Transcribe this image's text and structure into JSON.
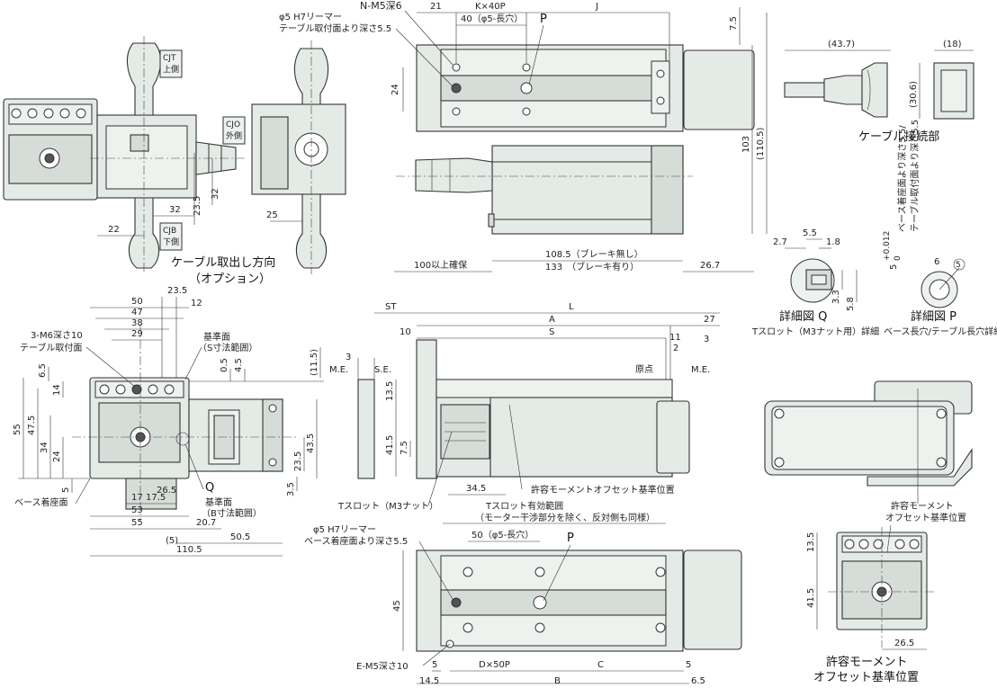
{
  "dims": {
    "d_21": "21",
    "d_kx40p": "K×40P",
    "d_40": "40（φ5-長穴）",
    "d_j": "J",
    "d_7_5": "7.5",
    "d_103": "103",
    "d_110_5": "(110.5)",
    "d_24": "24",
    "d_108_5": "108.5（ブレーキ無し）",
    "d_133": "133　（ブレーキ有り）",
    "d_100": "100以上確保",
    "d_26_7": "26.7",
    "d_43_7": "(43.7)",
    "d_18": "(18)",
    "d_30_6": "(30.6)",
    "d_32a": "32",
    "d_32b": "32",
    "d_23_5a": "23.5",
    "d_22": "22",
    "d_25": "25",
    "d_2_7": "2.7",
    "d_5_5": "5.5",
    "d_1_8": "1.8",
    "d_3_3": "3.3",
    "d_5_8": "5.8",
    "d_6": "6",
    "d_p5": "5",
    "d_50": "50",
    "d_47": "47",
    "d_38": "38",
    "d_29": "29",
    "d_23_5b": "23.5",
    "d_12": "12",
    "d_6_5": "6.5",
    "d_14": "14",
    "d_55v": "55",
    "d_47_5": "47.5",
    "d_34": "34",
    "d_24b": "24",
    "d_5b": "5",
    "d_0_5": "0.5",
    "d_4_5": "4.5",
    "d_11_5": "(11.5)",
    "d_23_5c": "23.5",
    "d_43_5": "43.5",
    "d_3_5": "3.5",
    "d_17": "17",
    "d_17_5": "17.5",
    "d_26_5": "26.5",
    "d_53": "53",
    "d_55": "55",
    "d_20_7": "20.7",
    "d_5p": "(5)",
    "d_50_5": "50.5",
    "d_110_5b": "110.5",
    "d_st": "ST",
    "d_l": "L",
    "d_a": "A",
    "d_s": "S",
    "d_27": "27",
    "d_10": "10",
    "d_11": "11",
    "d_2": "2",
    "d_3a": "3",
    "d_3b": "3",
    "d_13_5": "13.5",
    "d_41_5": "41.5",
    "d_7_5b": "7.5",
    "d_34_5": "34.5",
    "d_50b": "50（φ5-長穴）",
    "d_45": "45",
    "d_5c": "5",
    "d_5d": "5",
    "d_14_5": "14.5",
    "d_dx50p": "D×50P",
    "d_b": "B",
    "d_c": "C",
    "d_6_5b": "6.5",
    "d_13_5b": "13.5",
    "d_41_5b": "41.5",
    "d_26_5b": "26.5"
  },
  "labels": {
    "nm5": "N-M5深6",
    "phi5_top_1": "φ5 H7リーマー",
    "phi5_top_2": "テーブル取付面より深さ5.5",
    "p_top": "P",
    "cjt_1": "CJT",
    "cjt_2": "上側",
    "cjo_1": "CJO",
    "cjo_2": "外側",
    "cjb_1": "CJB",
    "cjb_2": "下側",
    "cable_dir_1": "ケーブル取出し方向",
    "cable_dir_2": "（オプション）",
    "cable_conn": "ケーブル接続部",
    "depth_text_1": "5",
    "depth_tol": "+0.012",
    "depth_tol0": "0",
    "depth_text_2": "ベース着座面より深さ5.5/",
    "depth_text_3": "テーブル取付面より深さ5.5",
    "detail_q": "詳細図 Q",
    "detail_q_sub": "Tスロット（M3ナット用）詳細",
    "detail_p": "詳細図 P",
    "detail_p_sub": "ベース長穴/テーブル長穴詳細",
    "m6": "3-M6深さ10",
    "table_face": "テーブル取付面",
    "ref_s_1": "基準面",
    "ref_s_2": "（S寸法範囲）",
    "me_left": "M.E.",
    "se": "S.E.",
    "origin": "原点",
    "me_right": "M.E.",
    "q_label": "Q",
    "ref_b_1": "基準面",
    "ref_b_2": "（B寸法範囲）",
    "base_seat": "ベース着座面",
    "tslot": "Tスロット（M3ナット）",
    "moment_ref_mid": "許容モーメントオフセット基準位置",
    "tslot_range_1": "Tスロット有効範囲",
    "tslot_range_2": "（モーター干渉部分を除く、反対側も同様）",
    "phi5_bot_1": "φ5 H7リーマー",
    "phi5_bot_2": "ベース着座面より深さ5.5",
    "p_bot": "P",
    "em5": "E-M5深さ10",
    "moment_right_1": "許容モーメント",
    "moment_right_2": "オフセット基準位置",
    "moment_bot_1": "許容モーメント",
    "moment_bot_2": "オフセット基準位置"
  }
}
